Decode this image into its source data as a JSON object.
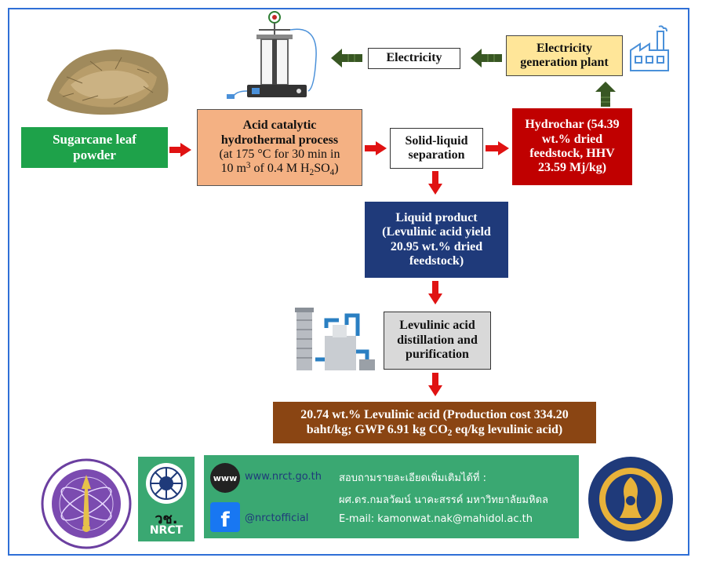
{
  "nodes": {
    "feedstock": "Sugarcane leaf powder",
    "process": {
      "title_line1": "Acid catalytic",
      "title_line2": "hydrothermal process",
      "cond_line1": "(at 175 °C for 30 min in",
      "cond_line2_a": "10 m",
      "cond_line2_sup": "3",
      "cond_line2_b": " of 0.4 M H",
      "cond_line2_sub1": "2",
      "cond_line2_c": "SO",
      "cond_line2_sub2": "4",
      "cond_line2_d": ")"
    },
    "separation_line1": "Solid-liquid",
    "separation_line2": "separation",
    "hydrochar_line1": "Hydrochar (54.39",
    "hydrochar_line2": "wt.% dried",
    "hydrochar_line3": "feedstock, HHV",
    "hydrochar_line4": "23.59 Mj/kg)",
    "plant_line1": "Electricity",
    "plant_line2": "generation plant",
    "electricity": "Electricity",
    "liquid_line1": "Liquid product",
    "liquid_line2": "(Levulinic acid yield",
    "liquid_line3": "20.95 wt.% dried",
    "liquid_line4": "feedstock)",
    "distill_line1": "Levulinic acid",
    "distill_line2": "distillation and",
    "distill_line3": "purification",
    "final_line1": "20.74 wt.% Levulinic acid (Production cost 334.20",
    "final_line2_a": "baht/kg; GWP 6.91 kg CO",
    "final_line2_sub": "2",
    "final_line2_b": " eq/kg levulinic acid)"
  },
  "footer": {
    "website": "www.nrct.go.th",
    "facebook": "@nrctofficial",
    "contact_line1": "สอบถามรายละเอียดเพิ่มเติมได้ที่ :",
    "contact_line2": "ผศ.ดร.กมลวัฒน์ นาคะสรรค์ มหาวิทยาลัยมหิดล",
    "contact_line3": "E-mail: kamonwat.nak@mahidol.ac.th",
    "nrct_thai": "วช.",
    "nrct_en": "NRCT",
    "www_label": "www",
    "fb_label": "f"
  },
  "colors": {
    "feedstock": "#1ea24a",
    "process": "#f4b183",
    "hydrochar": "#c00000",
    "plant": "#ffe699",
    "liquid": "#1f3a7a",
    "distill": "#d9d9d9",
    "final": "#8a4513",
    "footer_green": "#3aa872",
    "arrow_red": "#e01212",
    "arrow_green": "#385723"
  }
}
